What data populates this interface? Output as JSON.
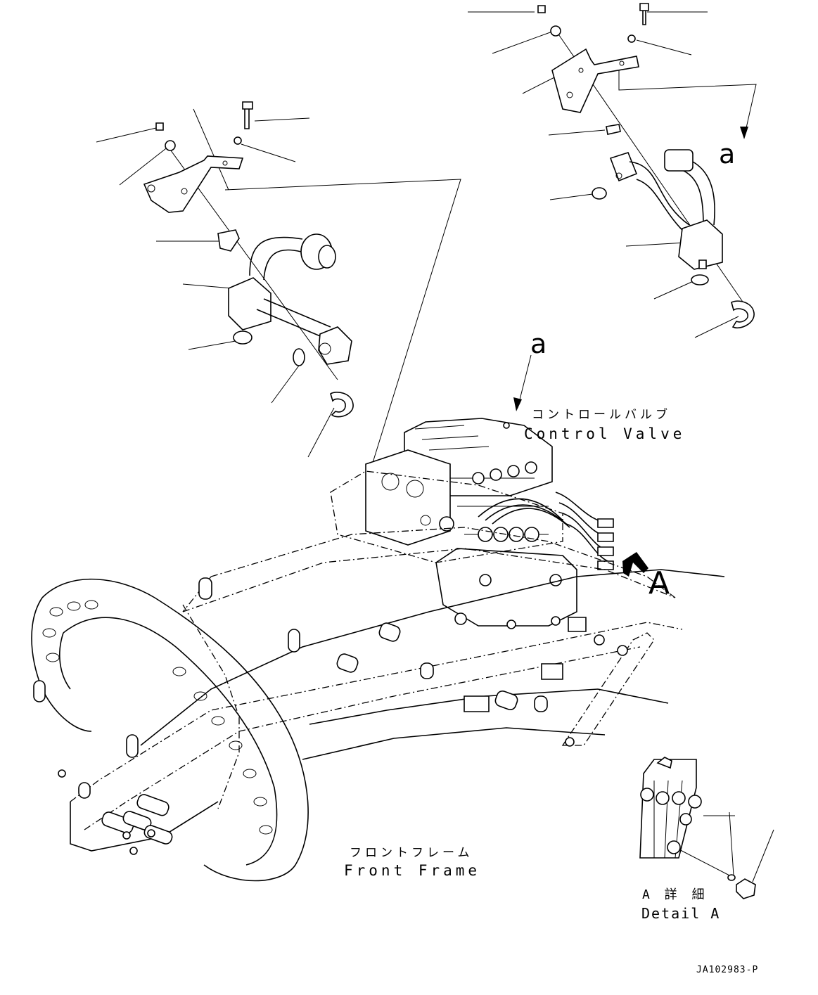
{
  "labels": {
    "control_valve_jp": "コントロールバルブ",
    "control_valve_en": "Control Valve",
    "front_frame_jp": "フロントフレーム",
    "front_frame_en": "Front Frame",
    "detail_a_jp": "A 詳 細",
    "detail_a_en": "Detail A",
    "view_arrow_a": "A",
    "ref_a_top": "a",
    "ref_a_center": "a",
    "drawing_code": "JA102983-P"
  }
}
